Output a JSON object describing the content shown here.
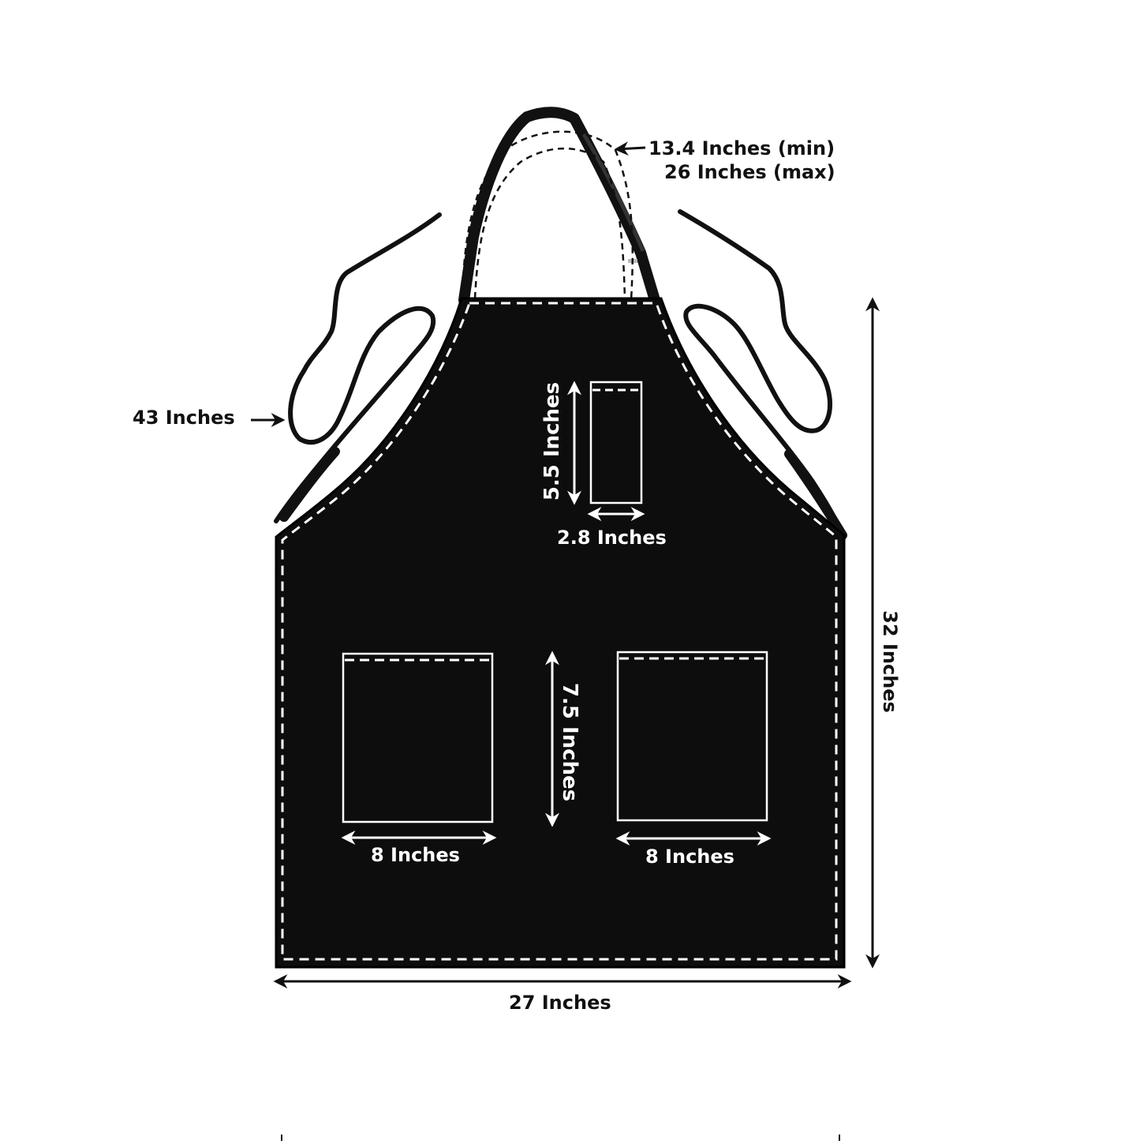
{
  "diagram": {
    "subject": "Apron with dimensions",
    "colors": {
      "background": "#ffffff",
      "apron_fabric": "#0d0d0d",
      "stitching": "#ffffff",
      "dimension_lines_outside": "#111111",
      "dimension_lines_inside": "#ffffff",
      "neck_adjust_dashed": "#111111"
    },
    "labels": {
      "neck_strap_min": "13.4 Inches (min)",
      "neck_strap_max": "26 Inches (max)",
      "waist_tie": "43 Inches",
      "chest_pocket_height": "5.5 Inches",
      "chest_pocket_width": "2.8 Inches",
      "lower_pocket_height": "7.5 Inches",
      "left_pocket_width": "8 Inches",
      "right_pocket_width": "8 Inches",
      "apron_length": "32 Inches",
      "apron_width": "27 Inches"
    },
    "parts": [
      {
        "name": "neck-strap",
        "dimension": "13.4 Inches (min) / 26 Inches (max)"
      },
      {
        "name": "left-waist-tie",
        "dimension": "43 Inches"
      },
      {
        "name": "right-waist-tie",
        "dimension": ""
      },
      {
        "name": "chest-pocket",
        "width": "2.8 Inches",
        "height": "5.5 Inches"
      },
      {
        "name": "left-lower-pocket",
        "width": "8 Inches",
        "height": "7.5 Inches"
      },
      {
        "name": "right-lower-pocket",
        "width": "8 Inches",
        "height": "7.5 Inches"
      },
      {
        "name": "apron-body",
        "width": "27 Inches",
        "length": "32 Inches"
      }
    ]
  }
}
